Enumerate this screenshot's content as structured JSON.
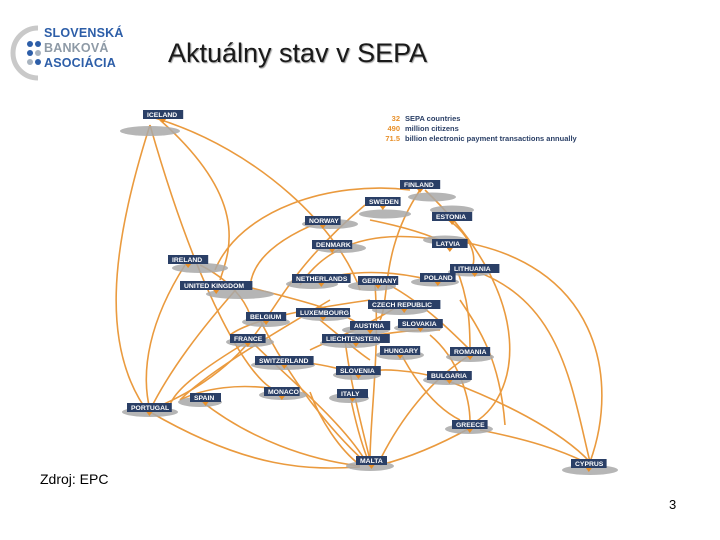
{
  "logo": {
    "line1": "SLOVENSKÁ",
    "line2": "BANKOVÁ",
    "line3": "ASOCIÁCIA"
  },
  "title": "Aktuálny stav v SEPA",
  "stats": [
    {
      "value": "32",
      "label": "SEPA countries"
    },
    {
      "value": "490",
      "label": "million citizens"
    },
    {
      "value": "71.5",
      "label": "billion electronic payment transactions annually"
    }
  ],
  "countries": {
    "iceland": "ICELAND",
    "finland": "FINLAND",
    "sweden": "SWEDEN",
    "norway": "NORWAY",
    "estonia": "ESTONIA",
    "denmark": "DENMARK",
    "latvia": "LATVIA",
    "ireland": "IRELAND",
    "lithuania": "LITHUANIA",
    "netherlands": "NETHERLANDS",
    "germany": "GERMANY",
    "poland": "POLAND",
    "united_kingdom": "UNITED KINGDOM",
    "czech_republic": "CZECH REPUBLIC",
    "belgium": "BELGIUM",
    "luxembourg": "LUXEMBOURG",
    "austria": "AUSTRIA",
    "slovakia": "SLOVAKIA",
    "france": "FRANCE",
    "liechtenstein": "LIECHTENSTEIN",
    "hungary": "HUNGARY",
    "romania": "ROMANIA",
    "switzerland": "SWITZERLAND",
    "slovenia": "SLOVENIA",
    "bulgaria": "BULGARIA",
    "monaco": "MONACO",
    "portugal": "PORTUGAL",
    "spain": "SPAIN",
    "italy": "ITALY",
    "greece": "GREECE",
    "malta": "MALTA",
    "cyprus": "CYPRUS"
  },
  "source": "Zdroj: EPC",
  "page_number": "3",
  "colors": {
    "arc": "#e8902a",
    "label_bg": "#2a3f66",
    "platform": "#a9a9a9",
    "logo_blue": "#2d5ea8"
  }
}
